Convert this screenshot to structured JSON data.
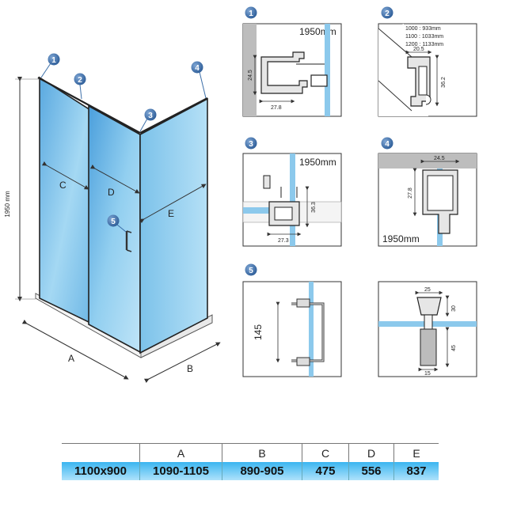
{
  "main": {
    "height_label": "1950 mm",
    "labels": {
      "A": "A",
      "B": "B",
      "C": "C",
      "D": "D",
      "E": "E"
    },
    "callouts": [
      "1",
      "2",
      "3",
      "4",
      "5"
    ]
  },
  "details": {
    "d1": {
      "num": "1",
      "height": "1950mm",
      "dim_v": "24.5",
      "dim_h": "27.8"
    },
    "d2": {
      "num": "2",
      "notes": [
        "1000 : 933mm",
        "1100 : 1033mm",
        "1200 : 1133mm"
      ],
      "dim_h": "20.5",
      "dim_v": "36.2"
    },
    "d3": {
      "num": "3",
      "height": "1950mm",
      "dim_v": "36.3",
      "dim_h": "27.3"
    },
    "d4": {
      "num": "4",
      "height": "1950mm",
      "dim_h": "24.5",
      "dim_v": "27.8"
    },
    "d5": {
      "num": "5",
      "handle_len": "145",
      "top_w": "25",
      "top_h": "30",
      "side_h": "45",
      "bottom_w": "15"
    }
  },
  "table": {
    "headers": [
      "",
      "A",
      "B",
      "C",
      "D",
      "E"
    ],
    "rows": [
      [
        "1100x900",
        "1090-1105",
        "890-905",
        "475",
        "556",
        "837"
      ]
    ]
  },
  "colors": {
    "glass": "#7ec3ea",
    "callout": "#3b6ea8",
    "accent_row": "#3ab5f0"
  }
}
